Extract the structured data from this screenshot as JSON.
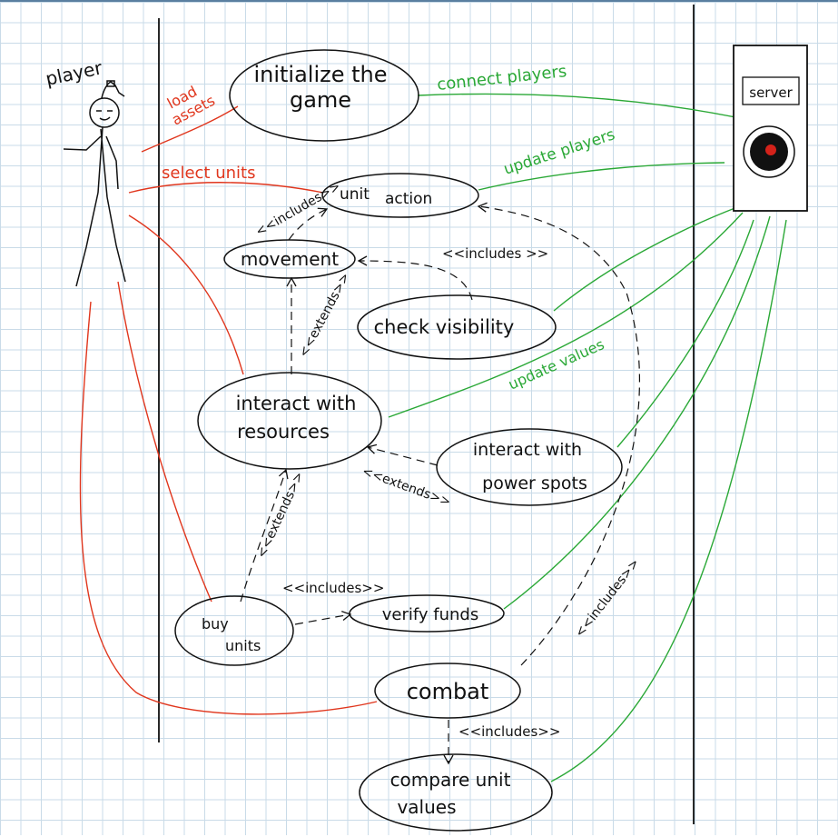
{
  "diagram": {
    "actors": {
      "player": "player",
      "server": "server"
    },
    "use_cases": {
      "initialize": [
        "initialize the",
        "game"
      ],
      "unit_action": [
        "unit",
        "action"
      ],
      "movement": "movement",
      "check_visibility": "check visibility",
      "interact_resources": [
        "interact with",
        "resources"
      ],
      "interact_power": [
        "interact with",
        "power spots"
      ],
      "buy_units": [
        "buy",
        "units"
      ],
      "verify_funds": "verify funds",
      "combat": "combat",
      "compare_values": [
        "compare unit",
        "values"
      ]
    },
    "labels": {
      "load_assets": [
        "load",
        "assets"
      ],
      "select_units": "select units",
      "connect_players": "connect players",
      "update_players": "update players",
      "update_values": "update values",
      "includes_unit_movement": "<<includes>>",
      "includes_visibility": "<<includes >>",
      "extends_movement": "<<extends>>",
      "extends_power": "<<extends>>",
      "extends_buy": "<<extends>>",
      "includes_funds": "<<includes>>",
      "includes_combat": "<<includes>>",
      "includes_compare": "<<includes>>"
    },
    "colors": {
      "player_link": "#e0361d",
      "server_link": "#2aa836",
      "ink": "#111111",
      "server_light": "#d4221a"
    }
  }
}
